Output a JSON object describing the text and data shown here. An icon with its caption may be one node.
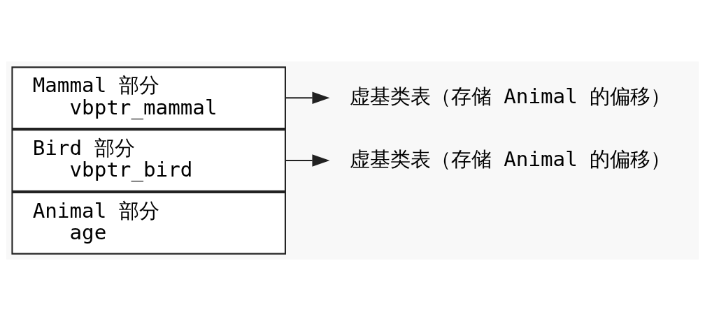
{
  "diagram": {
    "nodes": [
      {
        "text": [
          "Mammal 部分",
          "vbptr_mammal"
        ]
      },
      {
        "text": [
          "Bird 部分",
          "vbptr_bird"
        ]
      },
      {
        "text": [
          "Animal 部分",
          "age"
        ]
      },
      {
        "text": [
          "虚基类表（存储 Animal 的偏移）"
        ]
      },
      {
        "text": [
          "虚基类表（存储 Animal 的偏移）"
        ]
      }
    ],
    "edges": [
      {
        "from": 0,
        "to": 3,
        "arrow": "to"
      },
      {
        "from": 1,
        "to": 4,
        "arrow": "to"
      }
    ]
  }
}
